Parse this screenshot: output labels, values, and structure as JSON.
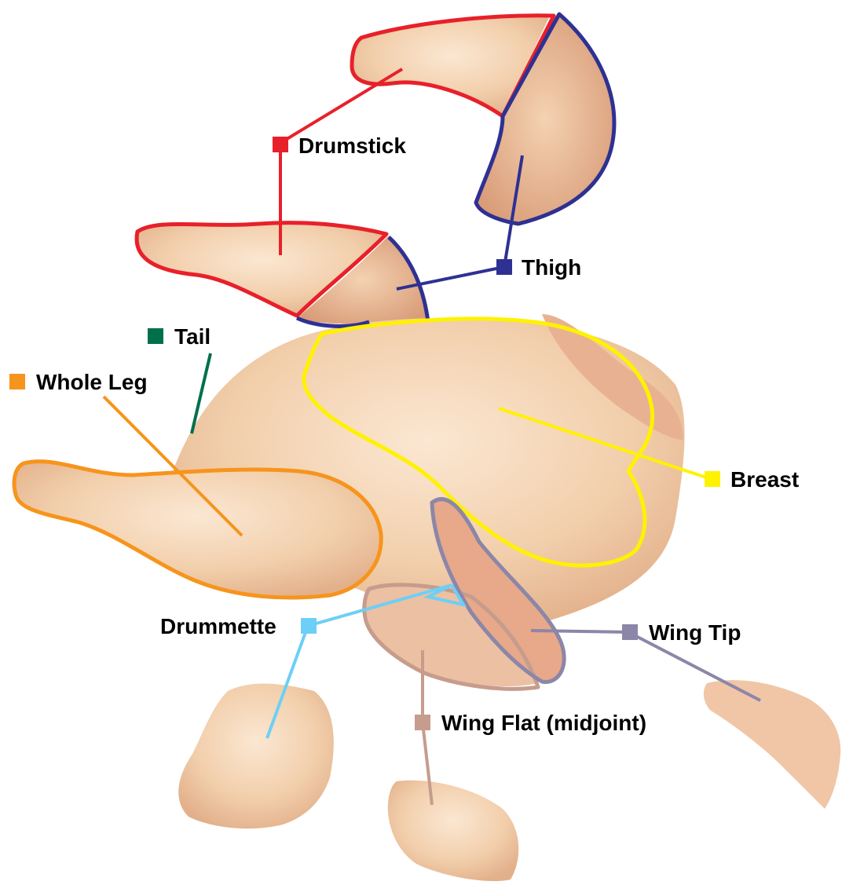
{
  "labels": {
    "drumstick": "Drumstick",
    "thigh": "Thigh",
    "tail": "Tail",
    "whole_leg": "Whole Leg",
    "breast": "Breast",
    "drummette": "Drummette",
    "wing_tip": "Wing Tip",
    "wing_flat": "Wing Flat (midjoint)"
  },
  "colors": {
    "drumstick": "#e8202a",
    "thigh": "#2e3192",
    "tail": "#00704a",
    "whole_leg": "#f7941d",
    "breast": "#fff200",
    "drummette": "#6dcff6",
    "wing_tip": "#8c86a8",
    "wing_flat": "#c69c8d",
    "meat_light": "#f7dcc0",
    "meat_mid": "#efc7a3",
    "meat_dark": "#dda57f"
  }
}
